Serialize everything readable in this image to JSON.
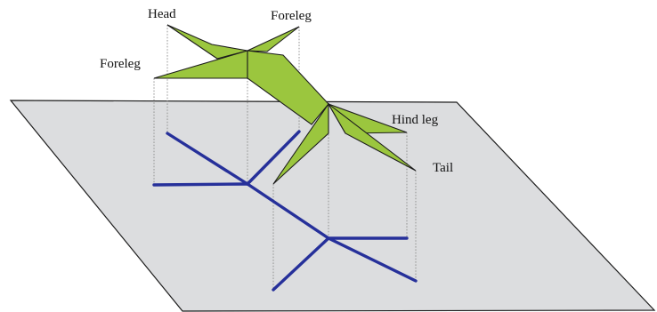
{
  "labels": {
    "head": "Head",
    "foreleg_right": "Foreleg",
    "foreleg_left": "Foreleg",
    "hind_leg": "Hind leg",
    "tail": "Tail"
  },
  "colors": {
    "plane": "#dcdddf",
    "origami_fill": "#9bc63e",
    "shadow_tree": "#26309a",
    "outline": "#1c1c1c"
  }
}
